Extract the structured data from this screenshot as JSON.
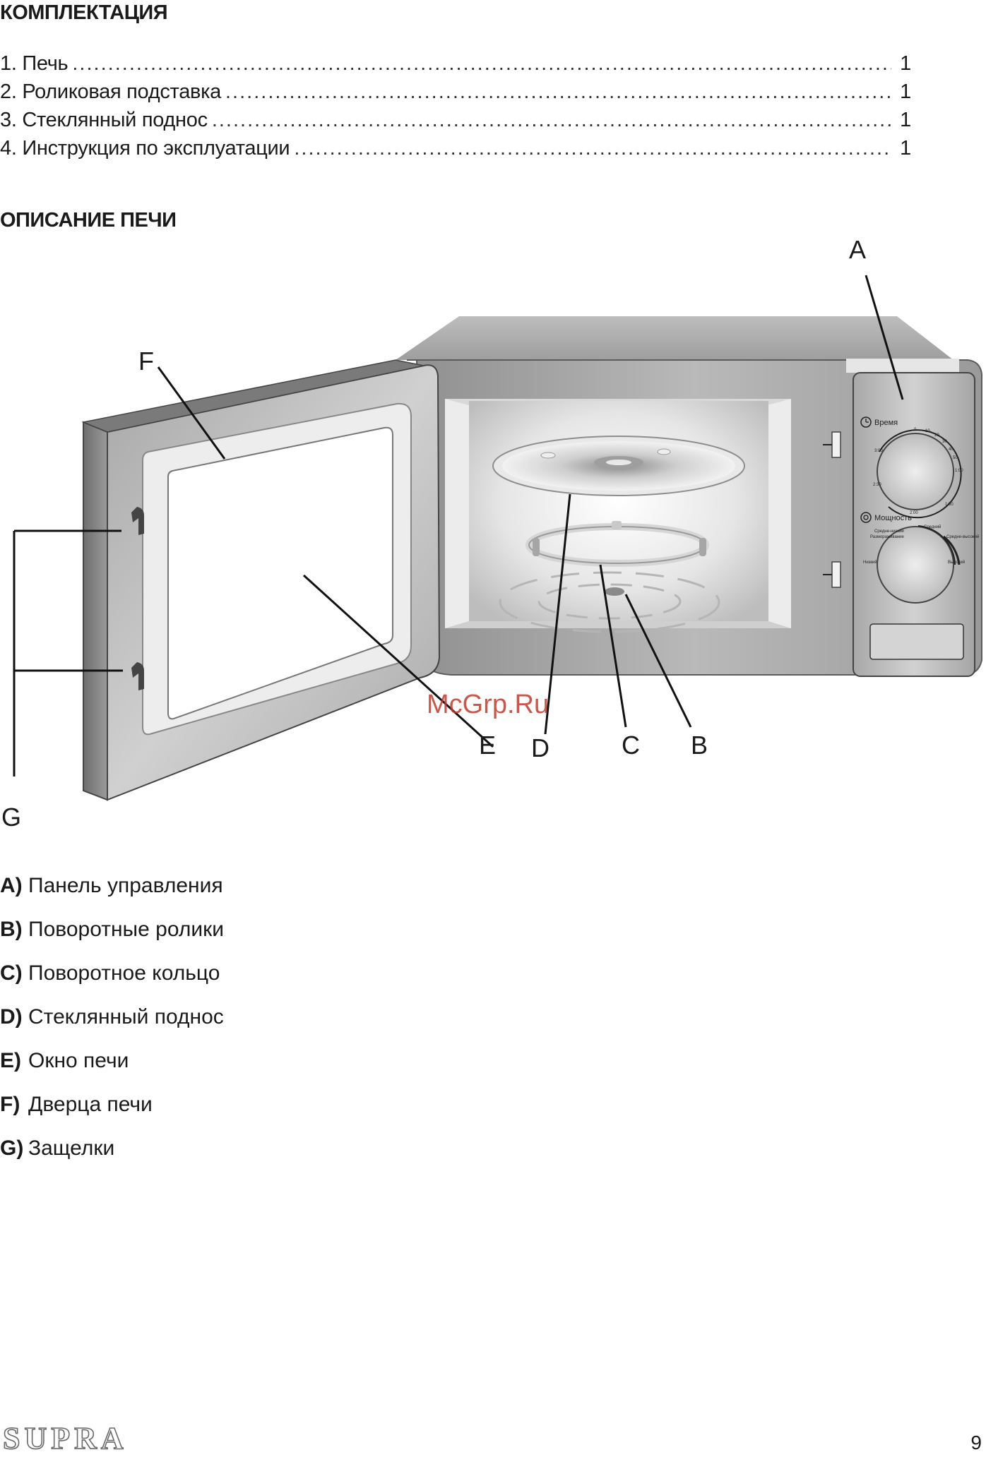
{
  "sections": {
    "contents_title": "КОМПЛЕКТАЦИЯ",
    "description_title": "ОПИСАНИЕ ПЕЧИ"
  },
  "contents": [
    {
      "label": "1. Печь",
      "qty": "1"
    },
    {
      "label": "2. Роликовая подставка",
      "qty": "1"
    },
    {
      "label": "3. Стеклянный поднос",
      "qty": "1"
    },
    {
      "label": "4. Инструкция по эксплуатации",
      "qty": "1"
    }
  ],
  "diagram": {
    "callouts": {
      "A": "A",
      "B": "B",
      "C": "C",
      "D": "D",
      "E": "E",
      "F": "F",
      "G": "G"
    },
    "panel": {
      "time_label": "Время",
      "power_label": "Мощность",
      "time_ticks": [
        "0",
        "10",
        "20",
        "30",
        "40",
        "50",
        "1:00",
        "1:30",
        "2:00",
        "2:30",
        "3:00"
      ],
      "power_levels": [
        "Низкий",
        "Размораживание",
        "Средне-низкий",
        "Средний",
        "Средне-высокий",
        "Высокий"
      ]
    },
    "watermark": "McGrp.Ru"
  },
  "legend": [
    {
      "key": "A)",
      "text": "Панель управления"
    },
    {
      "key": "B)",
      "text": "Поворотные ролики"
    },
    {
      "key": "C)",
      "text": "Поворотное кольцо"
    },
    {
      "key": "D)",
      "text": "Стеклянный поднос"
    },
    {
      "key": "E)",
      "text": "Окно печи"
    },
    {
      "key": "F)",
      "text": "Дверца печи"
    },
    {
      "key": "G)",
      "text": "Защелки"
    }
  ],
  "footer": {
    "brand": "SUPRA",
    "page_number": "9"
  }
}
